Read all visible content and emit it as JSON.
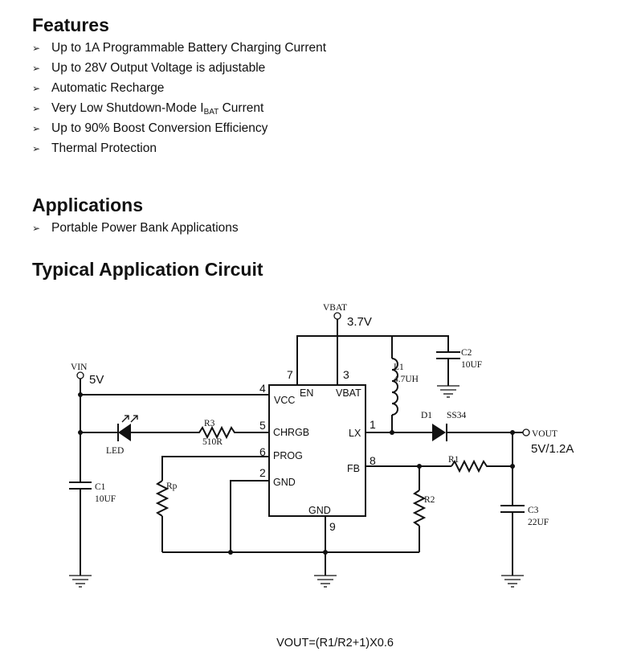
{
  "features": {
    "heading": "Features",
    "bullet_icon": "arrowhead-bullet-icon",
    "items": [
      {
        "text": "Up to 1A Programmable Battery Charging Current"
      },
      {
        "text": "Up to 28V Output Voltage  is adjustable"
      },
      {
        "text": "Automatic Recharge"
      },
      {
        "text": "Very Low Shutdown-Mode I",
        "sub": "BAT",
        "suffix": " Current"
      },
      {
        "text": "Up to 90% Boost Conversion Efficiency"
      },
      {
        "text": "Thermal Protection"
      }
    ]
  },
  "applications": {
    "heading": "Applications",
    "items": [
      {
        "text": "Portable Power Bank Applications"
      }
    ]
  },
  "circuit": {
    "heading": "Typical Application Circuit",
    "vbat": {
      "label": "VBAT",
      "value": "3.7V"
    },
    "vin": {
      "label": "VIN",
      "value": "5V"
    },
    "vout": {
      "label": "VOUT",
      "value": "5V/1.2A"
    },
    "pins": {
      "vcc": {
        "name": "VCC",
        "num": "4"
      },
      "en": {
        "name": "EN",
        "num": "7"
      },
      "vbat": {
        "name": "VBAT",
        "num": "3"
      },
      "chrgb": {
        "name": "CHRGB",
        "num": "5"
      },
      "prog": {
        "name": "PROG",
        "num": "6"
      },
      "gnd_left": {
        "name": "GND",
        "num": "2"
      },
      "lx": {
        "name": "LX",
        "num": "1"
      },
      "fb": {
        "name": "FB",
        "num": "8"
      },
      "gnd_bottom": {
        "name": "GND",
        "num": "9"
      }
    },
    "components": {
      "l1": {
        "name": "L1",
        "value": "4.7UH"
      },
      "c2": {
        "name": "C2",
        "value": "10UF"
      },
      "c1": {
        "name": "C1",
        "value": "10UF"
      },
      "c3": {
        "name": "C3",
        "value": "22UF"
      },
      "r3": {
        "name": "R3",
        "value": "510R"
      },
      "led": {
        "name": "LED"
      },
      "d1": {
        "name": "D1",
        "value": "SS34"
      },
      "r1": {
        "name": "R1"
      },
      "r2": {
        "name": "R2"
      },
      "rp": {
        "name": "Rp"
      }
    },
    "formula": "VOUT=(R1/R2+1)X0.6"
  }
}
